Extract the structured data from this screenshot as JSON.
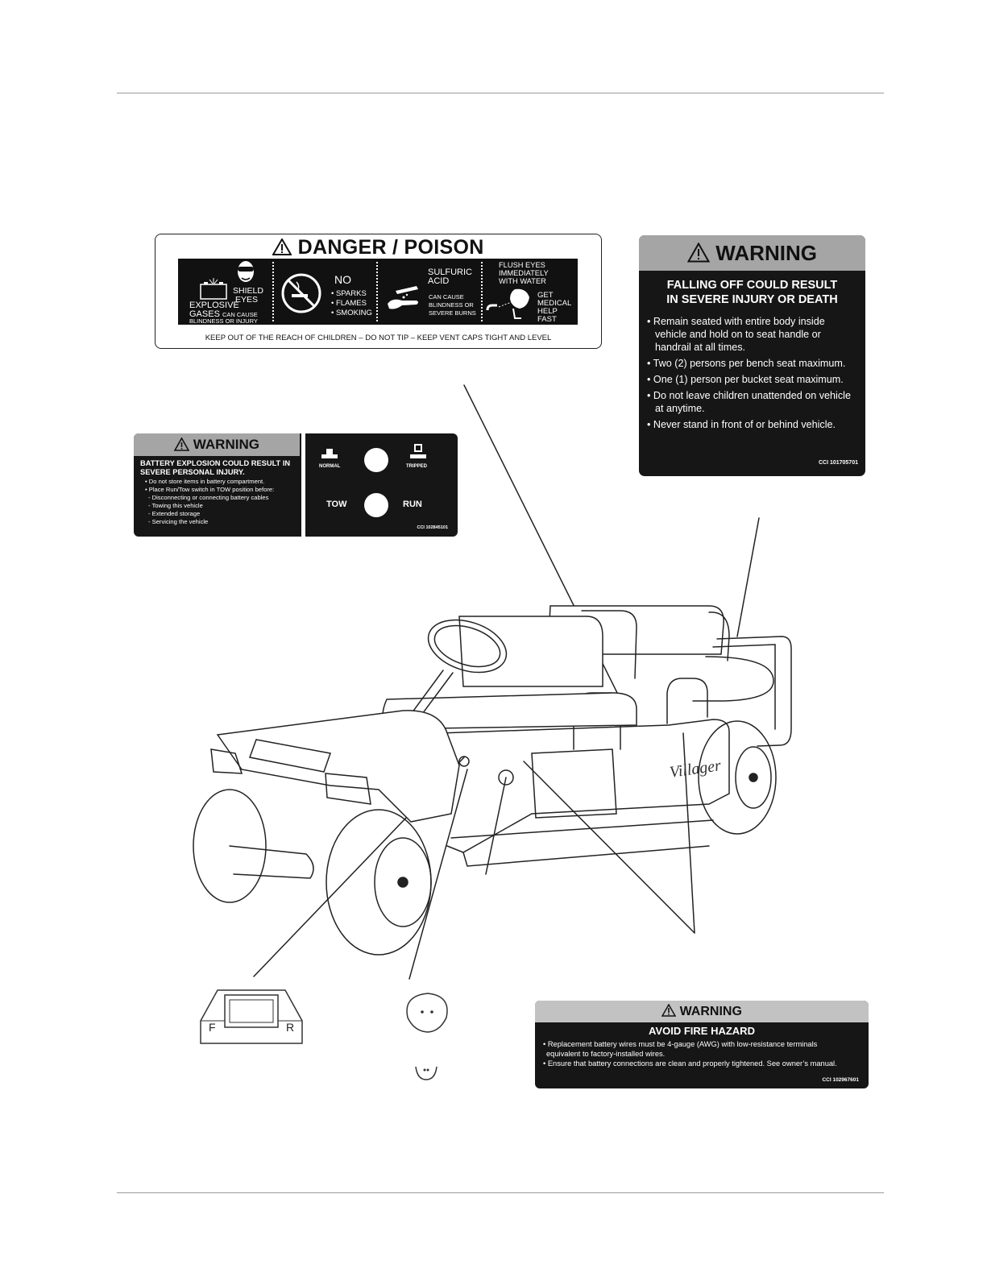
{
  "danger_decal": {
    "title": "DANGER / POISON",
    "shield_eyes": [
      "SHIELD",
      "EYES"
    ],
    "explosive": "EXPLOSIVE",
    "gases": "GASES",
    "can_cause_small": "CAN CAUSE",
    "blindness_injury": "BLINDNESS OR INJURY",
    "no": "NO",
    "no_items": [
      "• SPARKS",
      "• FLAMES",
      "• SMOKING"
    ],
    "sulfuric": [
      "SULFURIC",
      "ACID"
    ],
    "acid_effects": [
      "CAN CAUSE",
      "BLINDNESS OR",
      "SEVERE BURNS"
    ],
    "flush": [
      "FLUSH EYES",
      "IMMEDIATELY",
      "WITH WATER"
    ],
    "medical": [
      "GET",
      "MEDICAL",
      "HELP",
      "FAST"
    ],
    "footer": "KEEP OUT OF THE REACH OF CHILDREN – DO NOT TIP – KEEP VENT CAPS TIGHT AND LEVEL"
  },
  "warning_seating": {
    "header": "WARNING",
    "headline_1": "FALLING OFF COULD RESULT",
    "headline_2": "IN SEVERE INJURY OR DEATH",
    "bullets": [
      "• Remain seated with entire body inside vehicle and hold on to seat handle or handrail at all times.",
      "• Two (2) persons per bench seat maximum.",
      "• One (1) person per bucket seat maximum.",
      "• Do not leave children unattended on vehicle at anytime.",
      "• Never stand in front of or behind vehicle."
    ],
    "code": "CCI 101705701"
  },
  "warning_battery": {
    "header": "WARNING",
    "headline_1": "BATTERY EXPLOSION COULD RESULT IN",
    "headline_2": "SEVERE PERSONAL INJURY.",
    "lines": [
      "• Do not store items in battery compartment.",
      "• Place Run/Tow switch in TOW position before:",
      "- Disconnecting or connecting battery cables",
      "- Towing this vehicle",
      "- Extended storage",
      "- Servicing the vehicle"
    ],
    "normal": "NORMAL",
    "tripped": "TRIPPED",
    "tow": "TOW",
    "run": "RUN",
    "code": "CCI 102845101"
  },
  "warning_fire": {
    "header": "WARNING",
    "headline": "AVOID FIRE HAZARD",
    "bullets": [
      "• Replacement battery wires must be 4-gauge (AWG) with low-resistance terminals",
      "equivalent to factory-installed wires.",
      "• Ensure that battery connections are clean and properly tightened. See owner’s manual."
    ],
    "code": "CCI 102967601"
  },
  "fr_switch": {
    "f": "F",
    "r": "R"
  },
  "vehicle": {
    "badge": "Villager"
  }
}
